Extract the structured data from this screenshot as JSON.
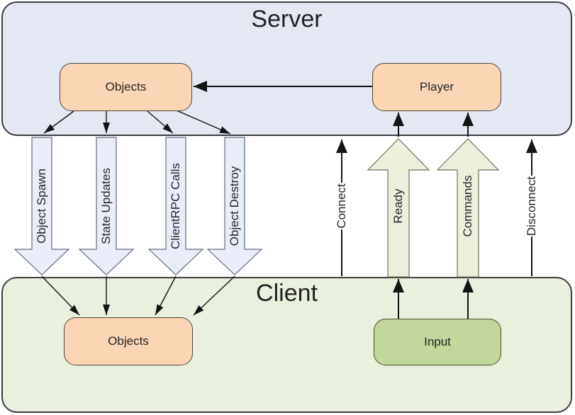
{
  "server": {
    "title": "Server",
    "objects_label": "Objects",
    "player_label": "Player"
  },
  "client": {
    "title": "Client",
    "objects_label": "Objects",
    "input_label": "Input"
  },
  "flows": {
    "object_spawn": "Object Spawn",
    "state_updates": "State Updates",
    "clientrpc_calls": "ClientRPC Calls",
    "object_destroy": "Object Destroy",
    "connect": "Connect",
    "ready": "Ready",
    "commands": "Commands",
    "disconnect": "Disconnect"
  },
  "colors": {
    "server_fill": "#e3e8f3",
    "client_fill": "#e9f0de",
    "node_fill": "#fcd6b4",
    "input_fill": "#c3d69b",
    "down_arrow_fill": "#e9edf8",
    "up_arrow_fill": "#ebefdc",
    "line": "#141414"
  }
}
